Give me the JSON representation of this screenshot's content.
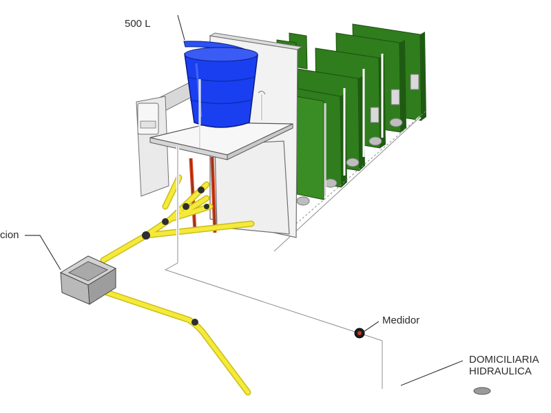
{
  "diagram": {
    "labels": {
      "tank_capacity": "500 L",
      "left_cut": "cion",
      "meter": "Medidor",
      "domiciliaria": "DOMICILIARIA",
      "hidraulica": "HIDRAULICA"
    },
    "colors": {
      "tank": "#1a3ff0",
      "tank_rim": "#3a5cf5",
      "green_panel": "#2f7d1c",
      "green_panel_dark": "#1f5a12",
      "drain_pipe": "#f5ea3a",
      "drain_pipe_edge": "#c9bd1a",
      "red_pipe": "#d2401c",
      "wall": "#f2f2f2",
      "wall_edge": "#6f6f6f",
      "water_line": "#ffffff"
    }
  }
}
